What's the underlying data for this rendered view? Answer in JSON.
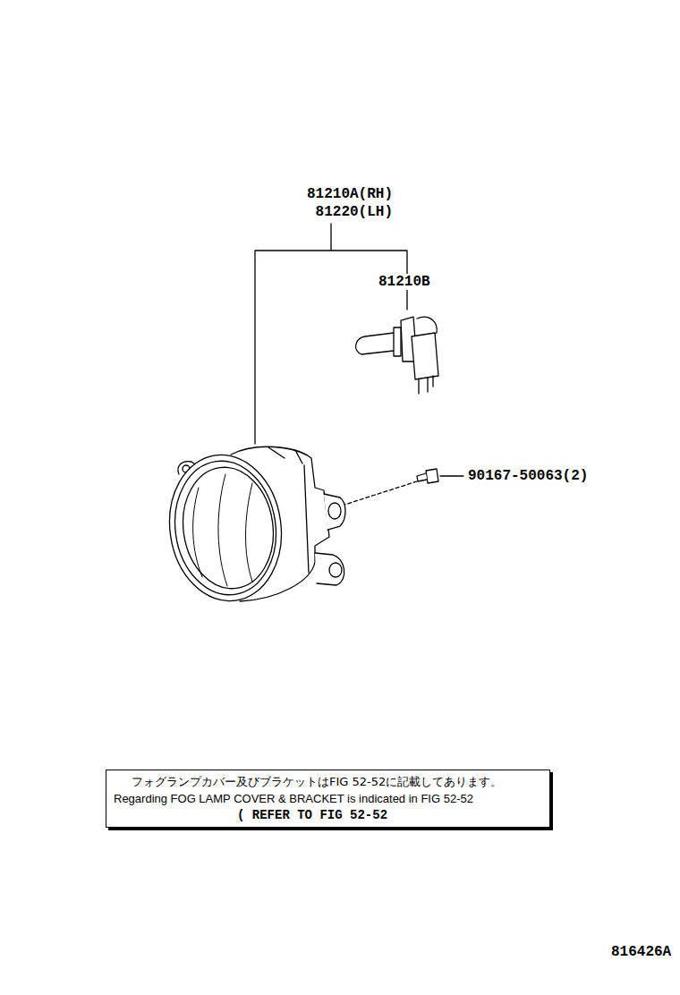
{
  "diagram": {
    "nodes": [
      {
        "text": [
          "フォグランプカバー及びブラケットはFIG 52-52に記載してあります。",
          "Regarding FOG LAMP COVER & BRACKET is indicated in FIG 52-52",
          "( REFER TO FIG 52-52"
        ]
      }
    ],
    "labels": [
      "81210A(RH)",
      "81220(LH)",
      "81210B",
      "90167-50063(2)",
      "816426A"
    ]
  }
}
